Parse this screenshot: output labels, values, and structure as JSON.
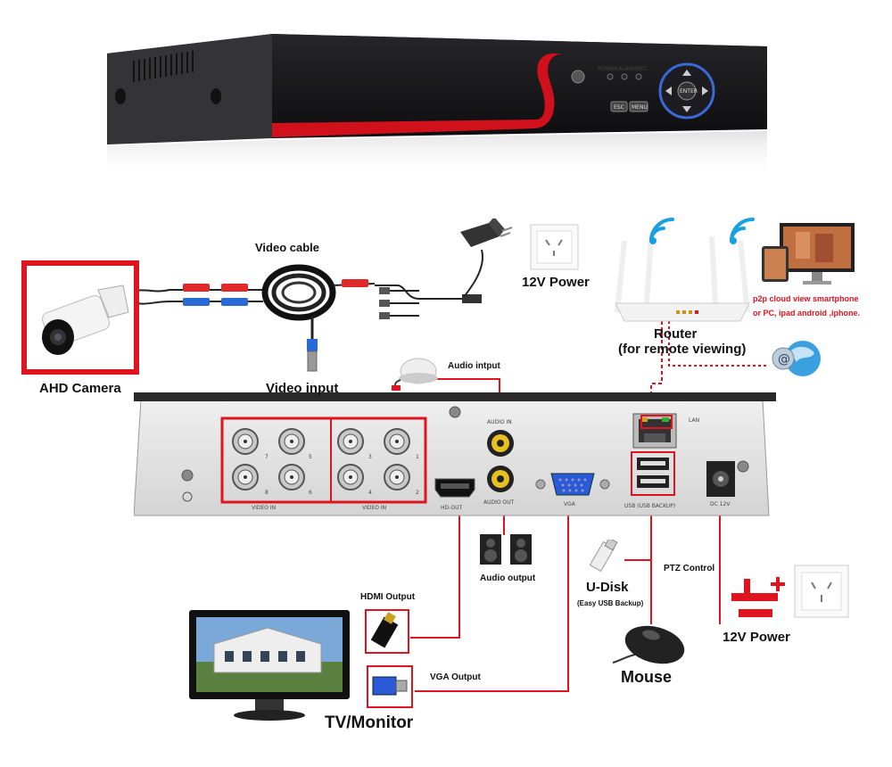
{
  "dvr_front": {
    "indicators": [
      "POWER",
      "ALARM",
      "REC"
    ],
    "buttons": [
      "ESC",
      "MENU"
    ],
    "dpad_center": "ENTER"
  },
  "dvr_back": {
    "video_in_left_numbers": [
      "7",
      "5",
      "8",
      "6"
    ],
    "video_in_right_numbers": [
      "3",
      "1",
      "4",
      "2"
    ],
    "video_in_label_left": "VIDEO IN",
    "video_in_label_right": "VIDEO IN",
    "hdmi_port_label": "HD-OUT",
    "audio_in_port_label": "AUDIO IN",
    "audio_out_port_label": "AUDIO OUT",
    "vga_port_label": "VGA",
    "lan_port_label": "LAN",
    "usb_port_label": "USB (USB BACKUP)",
    "power_port_label": "DC 12V"
  },
  "labels": {
    "ahd_camera": "AHD Camera",
    "video_cable": "Video cable",
    "video_input": "Video input",
    "power_12v_top": "12V Power",
    "router": "Router",
    "router_sub": "(for remote viewing)",
    "p2p_line1": "p2p cloud  view smartphone",
    "p2p_line2": "or PC, ipad android ,iphone.",
    "audio_input": "Audio intput",
    "audio_output": "Audio output",
    "hdmi_output": "HDMI Output",
    "vga_output": "VGA Output",
    "tv_monitor": "TV/Monitor",
    "u_disk": "U-Disk",
    "u_disk_sub": "(Easy USB Backup)",
    "ptz_control": "PTZ Control",
    "mouse": "Mouse",
    "power_12v_bottom": "12V Power"
  },
  "colors": {
    "highlight": "#e0141e",
    "connection_line": "#e0141e",
    "dvr_body": "#1e1e20",
    "dvr_accent": "#d0101a",
    "panel_grey": "#e4e4e4",
    "wifi_blue": "#18a0e0"
  }
}
